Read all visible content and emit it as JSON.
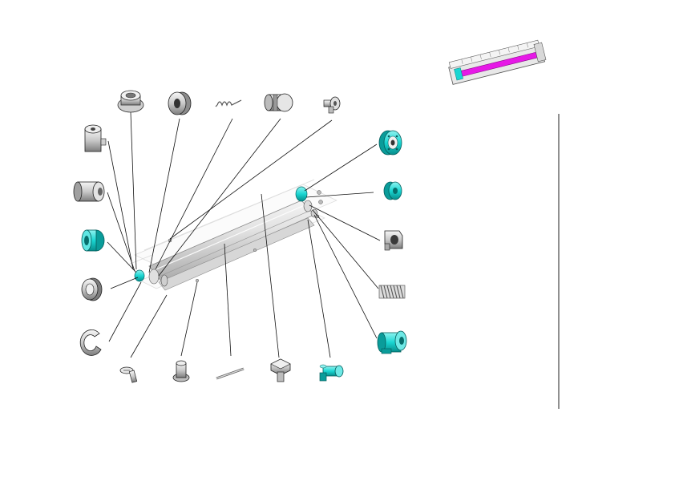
{
  "diagram": {
    "type": "exploded-parts-view",
    "assembly": "roller-unit",
    "parts": [
      {
        "name": "bushing-flanged",
        "highlighted": false
      },
      {
        "name": "ring-bearing",
        "highlighted": false
      },
      {
        "name": "spring-small",
        "highlighted": false
      },
      {
        "name": "coupling",
        "highlighted": false
      },
      {
        "name": "shoulder-screw",
        "highlighted": false
      },
      {
        "name": "collar",
        "highlighted": false
      },
      {
        "name": "bushing-large",
        "highlighted": false
      },
      {
        "name": "bearing-left",
        "highlighted": true
      },
      {
        "name": "bushing-flanged-small",
        "highlighted": false
      },
      {
        "name": "e-ring",
        "highlighted": false
      },
      {
        "name": "gear-right",
        "highlighted": true
      },
      {
        "name": "bearing-right",
        "highlighted": true
      },
      {
        "name": "bracket",
        "highlighted": false
      },
      {
        "name": "compression-spring",
        "highlighted": false
      },
      {
        "name": "sleeve-bearing",
        "highlighted": true
      },
      {
        "name": "screw-left",
        "highlighted": false
      },
      {
        "name": "shoulder-pin",
        "highlighted": false
      },
      {
        "name": "pin",
        "highlighted": false
      },
      {
        "name": "hex-screw",
        "highlighted": false
      },
      {
        "name": "shoulder-bolt",
        "highlighted": true
      }
    ]
  },
  "colors": {
    "highlight": "#19d6d2",
    "highlight_dark": "#0aa7a6",
    "part_light": "#ededed",
    "part_mid": "#bdbdbd",
    "part_dark": "#6e6e6e",
    "outline": "#2b2b2b",
    "thumbnail_band": "#e619e6",
    "divider": "#222222"
  }
}
